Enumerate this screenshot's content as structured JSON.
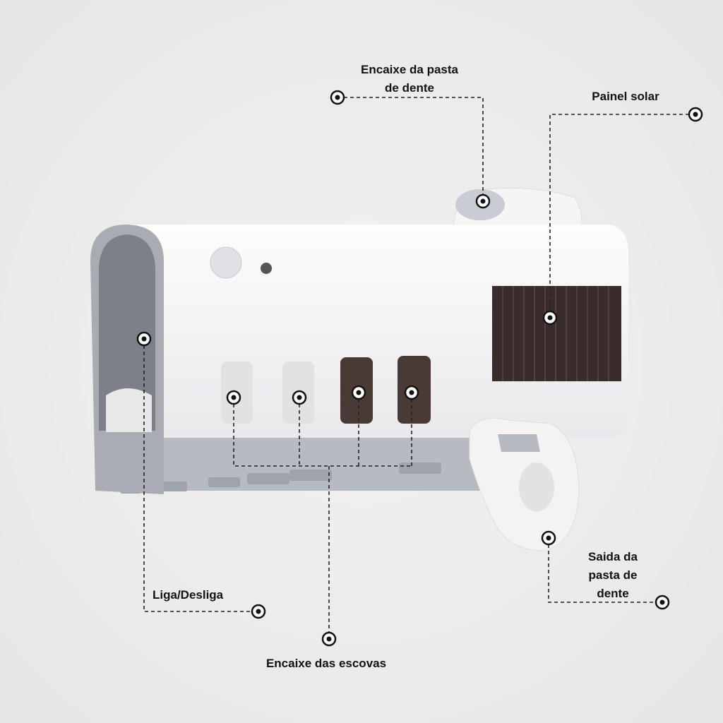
{
  "labels": {
    "toothpaste_slot": [
      "Encaixe da pasta",
      "de dente"
    ],
    "solar_panel": "Painel solar",
    "power_switch": "Liga/Desliga",
    "brush_slots": "Encaixe das escovas",
    "toothpaste_outlet": [
      "Saida da",
      "pasta de",
      "dente"
    ]
  },
  "colors": {
    "background": "#ececec",
    "device_body": "#f7f6f6",
    "device_trim": "#a9acb3",
    "solar_panel": "#3b2c2c",
    "callout_line": "#222222"
  }
}
